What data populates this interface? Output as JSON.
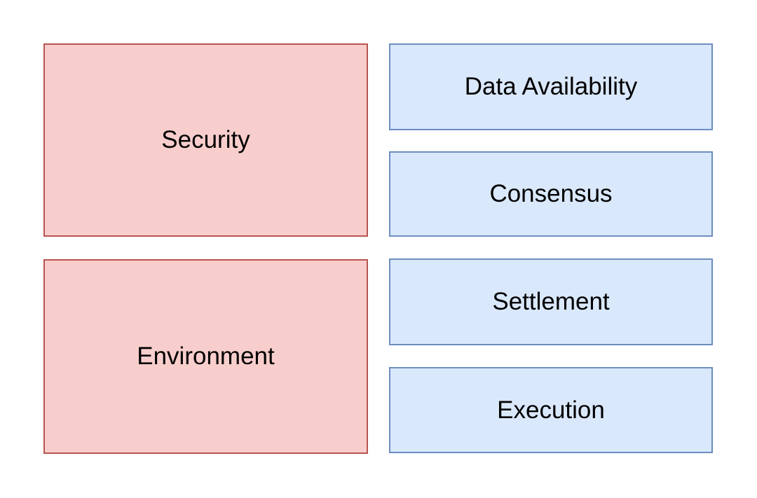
{
  "colors": {
    "canvas": "#ffffff",
    "text": "#000000",
    "red_fill": "#f8cecc",
    "red_border": "#b85450",
    "blue_fill": "#dae8fc",
    "blue_border": "#6c8ebf"
  },
  "boxes": {
    "security": {
      "label": "Security"
    },
    "environment": {
      "label": "Environment"
    },
    "data_availability": {
      "label": "Data Availability"
    },
    "consensus": {
      "label": "Consensus"
    },
    "settlement": {
      "label": "Settlement"
    },
    "execution": {
      "label": "Execution"
    }
  }
}
